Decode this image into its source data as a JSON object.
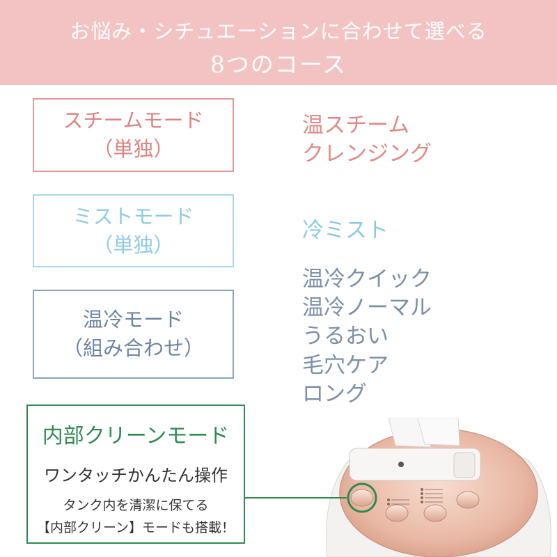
{
  "banner": {
    "line1": "お悩み・シチュエーションに合わせて選べる",
    "line2": "8つのコース"
  },
  "modes": {
    "steam": {
      "name": "スチームモード",
      "sub": "（単独）"
    },
    "mist": {
      "name": "ミストモード",
      "sub": "（単独）"
    },
    "warm": {
      "name": "温冷モード",
      "sub": "（組み合わせ）"
    }
  },
  "courses": {
    "steam": [
      "温スチーム",
      "クレンジング"
    ],
    "mist": [
      "冷ミスト"
    ],
    "warm": [
      "温冷クイック",
      "温冷ノーマル",
      "うるおい",
      "毛穴ケア",
      "ロング"
    ]
  },
  "clean": {
    "title": "内部クリーンモード",
    "subtitle": "ワンタッチかんたん操作",
    "desc1": "タンク内を清潔に保てる",
    "desc2": "【内部クリーン】モードも搭載！"
  },
  "colors": {
    "banner": "#f3c3c3",
    "steam": "#e08280",
    "mist": "#8fcbe6",
    "warm": "#6d84a0",
    "clean": "#2f8a52",
    "rose_gold": "#e7b9a6"
  }
}
